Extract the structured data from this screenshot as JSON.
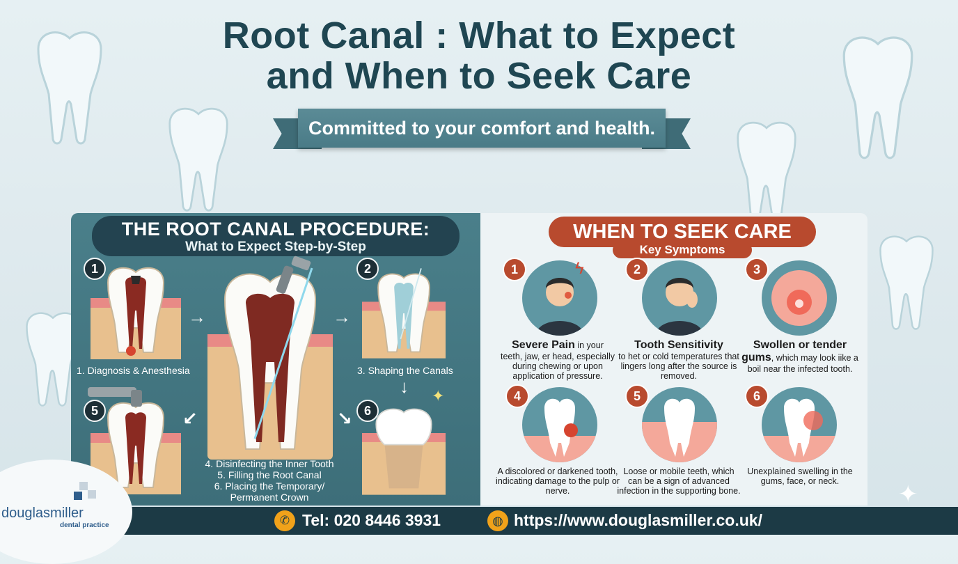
{
  "title": {
    "line1": "Root Canal : What to Expect",
    "line2": "and When to Seek Care"
  },
  "ribbon": "Committed to your comfort and health.",
  "procedure": {
    "heading": "THE ROOT CANAL PROCEDURE:",
    "subheading": "What to Expect Step-by-Step",
    "steps": [
      {
        "num": "1",
        "caption": "1. Diagnosis & Anesthesia"
      },
      {
        "num": "2",
        "caption": ""
      },
      {
        "num": "5",
        "caption": ""
      },
      {
        "num": "6",
        "caption": ""
      }
    ],
    "caption_3": "3. Shaping the Canals",
    "center_caption": {
      "line1": "4. Disinfecting the Inner Tooth",
      "line2": "5. Filling the Root Canal",
      "line3": "6. Placing the Temporary/",
      "line4": "Permanent Crown"
    }
  },
  "care": {
    "heading": "WHEN TO SEEK CARE",
    "subheading": "Key Symptoms",
    "symptoms": [
      {
        "num": "1",
        "bold": "Severe Pain",
        "bold_tail": " in your",
        "text": "teeth, jaw, er head, especially during chewing or upon application of pressure."
      },
      {
        "num": "2",
        "bold": "Tooth Sensitivity",
        "bold_tail": "",
        "text": "to het or cold temperatures that lingers long after the source is removed."
      },
      {
        "num": "3",
        "bold": "Swollen or tender gums",
        "bold_tail": "",
        "text": ", which may look iike a boil near the infected tooth."
      },
      {
        "num": "4",
        "bold": "",
        "bold_tail": "",
        "text": "A discolored or darkened tooth, indicating damage to the pulp or nerve."
      },
      {
        "num": "5",
        "bold": "",
        "bold_tail": "",
        "text": "Loose or mobile teeth, which can be a sign of advanced infection in the supporting bone."
      },
      {
        "num": "6",
        "bold": "",
        "bold_tail": "",
        "text": "Unexplained swelling in the gums, face, or neck."
      }
    ]
  },
  "footer": {
    "tel": "Tel: 020 8446 3931",
    "web": "https://www.douglasmiller.co.uk/"
  },
  "logo": {
    "name": "douglasmiller",
    "sub": "dental practice"
  },
  "icons": {
    "phone": "phone-icon",
    "globe": "globe-icon",
    "sparkle": "sparkle-icon"
  },
  "colors": {
    "title": "#1f4652",
    "procedure_panel": "#4a7f8a",
    "care_accent": "#b84a2e",
    "footer": "#1c3a45",
    "icon_accent": "#f1a21a"
  }
}
